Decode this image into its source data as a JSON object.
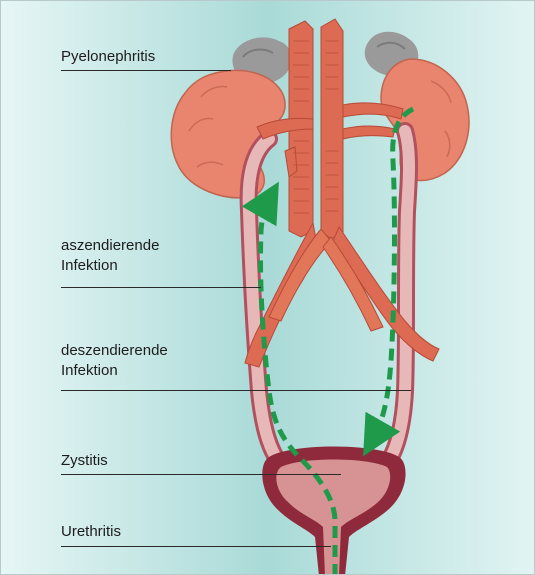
{
  "labels": {
    "pyelonephritis": "Pyelonephritis",
    "aszendierende_line1": "aszendierende",
    "aszendierende_line2": "Infektion",
    "deszendierende_line1": "deszendierende",
    "deszendierende_line2": "Infektion",
    "zystitis": "Zystitis",
    "urethritis": "Urethritis"
  },
  "colors": {
    "background": "#a9dad7",
    "kidney": "#e9846e",
    "vessel": "#dd6a52",
    "ureter_wall": "#b3505e",
    "bladder_wall": "#8e2a3c",
    "bladder_lumen": "#d79393",
    "adrenal": "#9a9a9a",
    "infection_path": "#1f9a4a"
  },
  "icons": {
    "ascending": "arrow-up-icon",
    "descending": "arrow-down-icon"
  }
}
